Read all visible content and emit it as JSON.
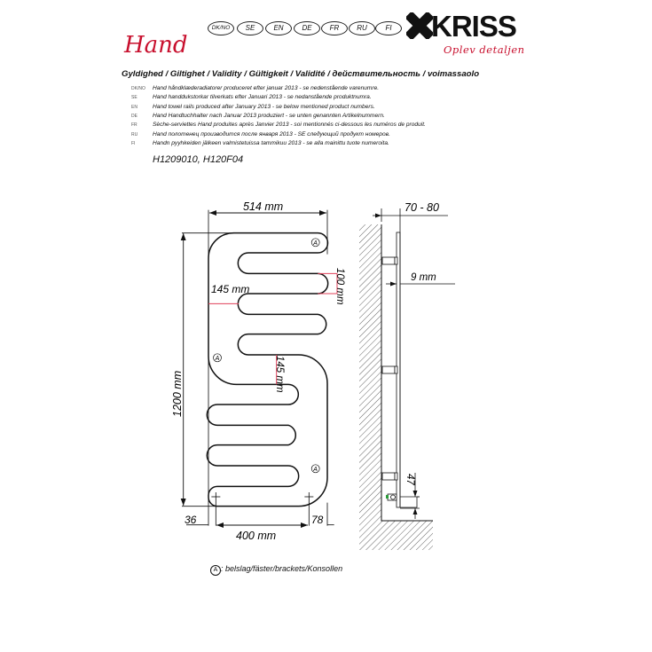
{
  "header": {
    "product_name": "Hand",
    "brand": "KRISS",
    "slogan": "Oplev detaljen",
    "languages": [
      "DK/NO",
      "SE",
      "EN",
      "DE",
      "FR",
      "RU",
      "FI"
    ],
    "validity_title": "Gyldighed / Giltighet / Validity / Gültigkeit  / Validité / действительность / voimassaolo",
    "brand_color": "#c8102e"
  },
  "validity_rows": [
    {
      "code": "DK/NO",
      "text": "Hand håndklæderadiatorer produceret efter januar 2013 - se nedenstående varenumre."
    },
    {
      "code": "SE",
      "text": "Hand handdukstorkar tilverkats efter Januari 2013 - se nedanstående produktnumra."
    },
    {
      "code": "EN",
      "text": "Hand towel rails produced after January 2013 - se below mentioned product numbers."
    },
    {
      "code": "DE",
      "text": "Hand Handtuchhalter nach Januar 2013 produziert - se unten genannten Artikelnummern."
    },
    {
      "code": "FR",
      "text": "Sèche-serviettes Hand produites après Janvier 2013 - soi mentionnés ci-dessous les numéros de produit."
    },
    {
      "code": "RU",
      "text": "Hand полотенец производится после января 2013 - SE следующий продукт номеров."
    },
    {
      "code": "FI",
      "text": "Handn pyyhkeiden jälkeen valmistetuissa tammikuu 2013 - se alla mainittu tuote numeroita."
    }
  ],
  "product_numbers": "H1209010, H120F04",
  "front_view": {
    "width": "514 mm",
    "height": "1200 mm",
    "loop_pitch": "100 mm",
    "gap_horizontal": "145 mm",
    "gap_vertical": "145 mm",
    "offset_left": "36",
    "offset_right": "78",
    "bracket_spacing": "400 mm",
    "bracket_marker": "A"
  },
  "side_view": {
    "wall_distance": "70 - 80",
    "tube_depth": "9 mm",
    "bottom_offset": "47"
  },
  "caption": {
    "marker": "A",
    "text": ": belslag/fäster/brackets/Konsollen"
  }
}
